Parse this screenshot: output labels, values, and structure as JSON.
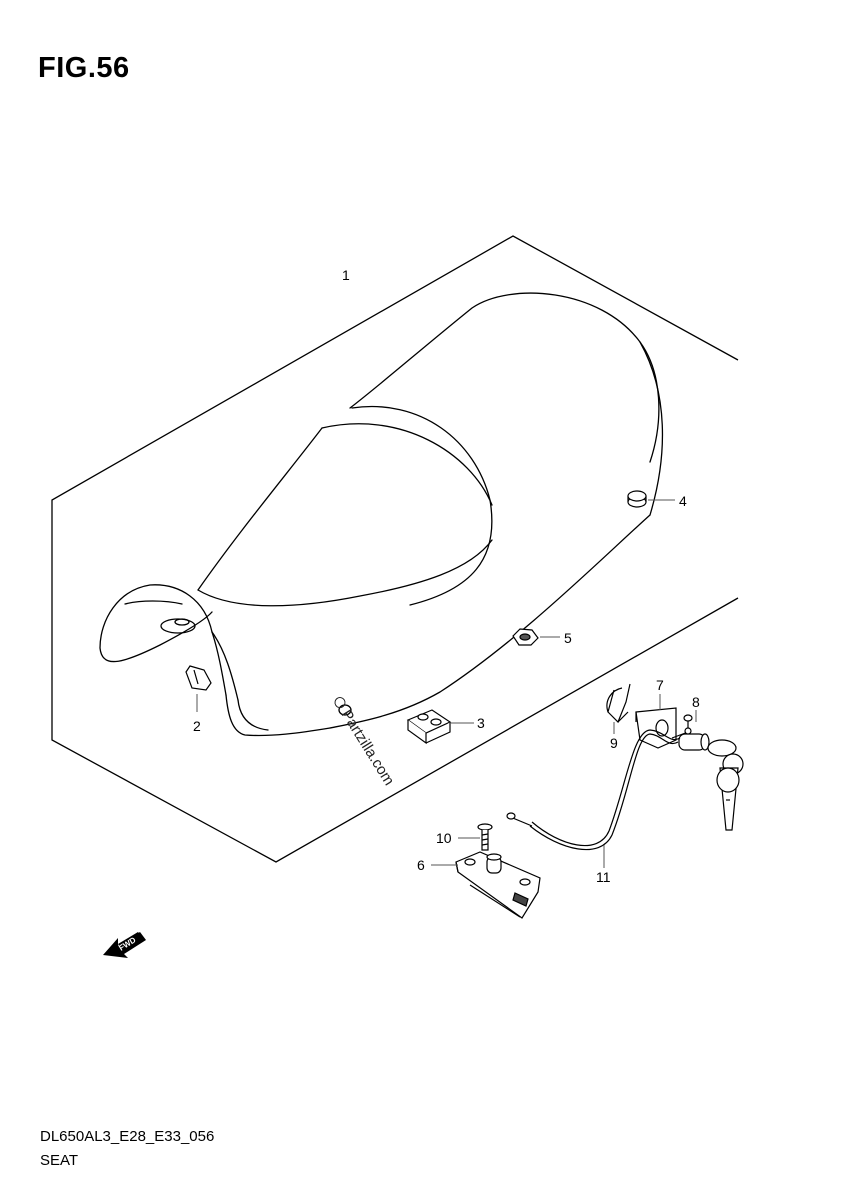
{
  "figure": {
    "title": "FIG.56"
  },
  "footer": {
    "code": "DL650AL3_E28_E33_056",
    "name": "SEAT"
  },
  "watermark": "Partzilla.com",
  "fwd_label": "FWD",
  "callouts": {
    "c1": "1",
    "c2": "2",
    "c3": "3",
    "c4": "4",
    "c5": "5",
    "c6": "6",
    "c7": "7",
    "c8": "8",
    "c9": "9",
    "c10": "10",
    "c11": "11"
  }
}
